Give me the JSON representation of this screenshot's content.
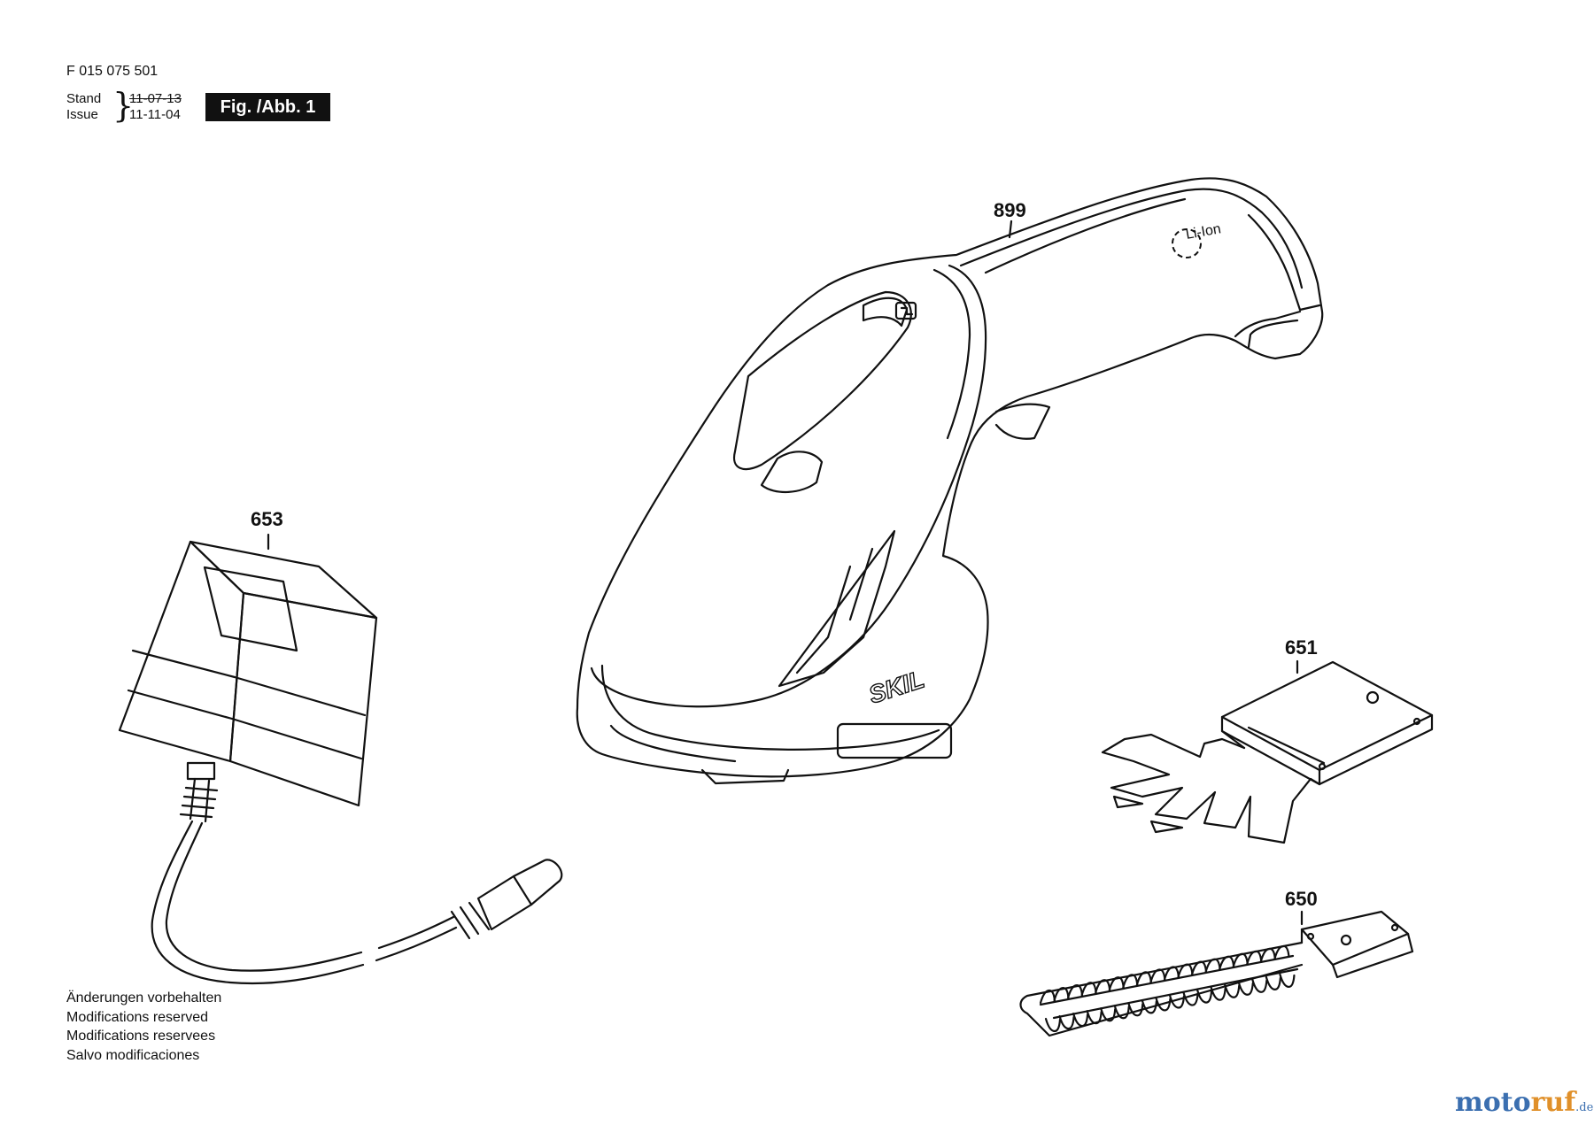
{
  "header": {
    "doc_number": "F 015 075 501",
    "stand_label": "Stand",
    "issue_label": "Issue",
    "stand_date": "11-07-13",
    "issue_date": "11-11-04",
    "figure_label": "Fig. /Abb. 1"
  },
  "callouts": {
    "shear_body": "899",
    "charger": "653",
    "grass_blade": "651",
    "shrub_blade": "650"
  },
  "product_markings": {
    "battery_badge": "Li-Ion",
    "brand_logo": "SKIL"
  },
  "disclaimer": [
    "Änderungen vorbehalten",
    "Modifications reserved",
    "Modifications reservees",
    "Salvo modificaciones"
  ],
  "watermark": {
    "part1": "moto",
    "part2": "ruf",
    "suffix": ".de"
  },
  "colors": {
    "line": "#111111",
    "badge_bg": "#111111",
    "badge_text": "#ffffff",
    "watermark_blue": "#3b6fb0",
    "watermark_orange": "#e0902a"
  }
}
